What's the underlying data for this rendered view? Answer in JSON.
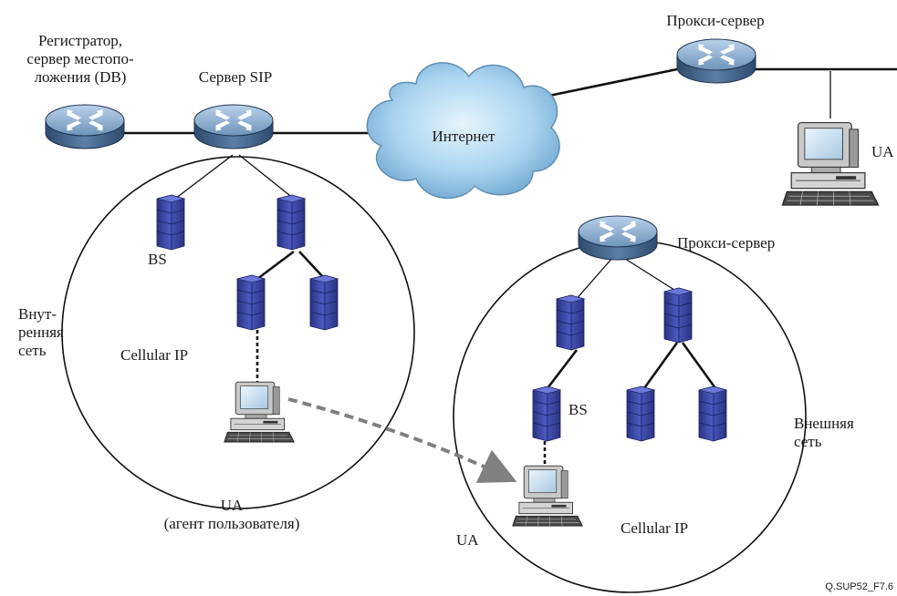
{
  "labels": {
    "registrar_line1": "Регистратор,",
    "registrar_line2": "сервер местопо-",
    "registrar_line3": "ложения (DB)",
    "sip_server": "Сервер SIP",
    "internet": "Интернет",
    "proxy_top": "Прокси-сервер",
    "ua_top": "UA",
    "proxy_mid": "Прокси-сервер",
    "bs_left": "BS",
    "internal_line1": "Внут-",
    "internal_line2": "ренняя",
    "internal_line3": "сеть",
    "cellular_left": "Cellular IP",
    "bs_right": "BS",
    "external_line1": "Внешняя",
    "external_line2": "сеть",
    "ua_left_line1": "UA",
    "ua_left_line2": "(агент пользователя)",
    "ua_right": "UA",
    "cellular_right": "Cellular IP",
    "figure_id": "Q.SUP52_F7.6"
  },
  "colors": {
    "router_body": "#5b7fa6",
    "router_top": "#8fb0d0",
    "bs_body": "#3d4aa8",
    "bs_dark": "#2a3380",
    "cloud_fill": "#a9d4f0",
    "cloud_edge": "#5f8fb3",
    "dashed_arrow": "#808080"
  },
  "icons": {
    "router": "router-icon",
    "base_station": "base-station-icon",
    "workstation": "workstation-icon",
    "cloud": "internet-cloud-icon"
  }
}
